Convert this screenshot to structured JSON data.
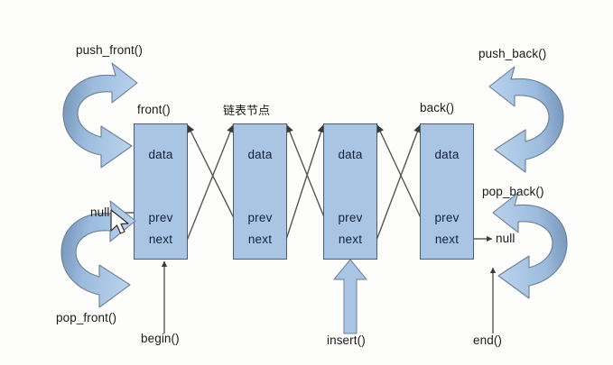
{
  "diagram": {
    "title_cn": "链表节点",
    "background": "#fdfdfb",
    "node_fill": "#a9c5e3",
    "node_stroke": "#4a5d73",
    "arrow_fill": "#a9c5e3",
    "line_color": "#555555",
    "nodes": [
      {
        "id": "node-1",
        "data": "data",
        "prev": "prev",
        "next": "next"
      },
      {
        "id": "node-2",
        "data": "data",
        "prev": "prev",
        "next": "next"
      },
      {
        "id": "node-3",
        "data": "data",
        "prev": "prev",
        "next": "next"
      },
      {
        "id": "node-4",
        "data": "data",
        "prev": "prev",
        "next": "next"
      }
    ],
    "labels": {
      "push_front": "push_front()",
      "push_back": "push_back()",
      "pop_front": "pop_front()",
      "pop_back": "pop_back()",
      "front": "front()",
      "back": "back()",
      "begin": "begin()",
      "end": "end()",
      "insert": "insert()",
      "null_left": "null",
      "null_right": "null"
    },
    "icons": {
      "cursor": "mouse-cursor-icon",
      "push_front_arrow": "curved-arrow-down-right-icon",
      "pop_front_arrow": "curved-arrow-down-right-icon",
      "push_back_arrow": "curved-arrow-down-left-icon",
      "pop_back_arrow": "curved-arrow-down-left-icon",
      "insert_arrow": "thick-up-arrow-icon"
    }
  }
}
